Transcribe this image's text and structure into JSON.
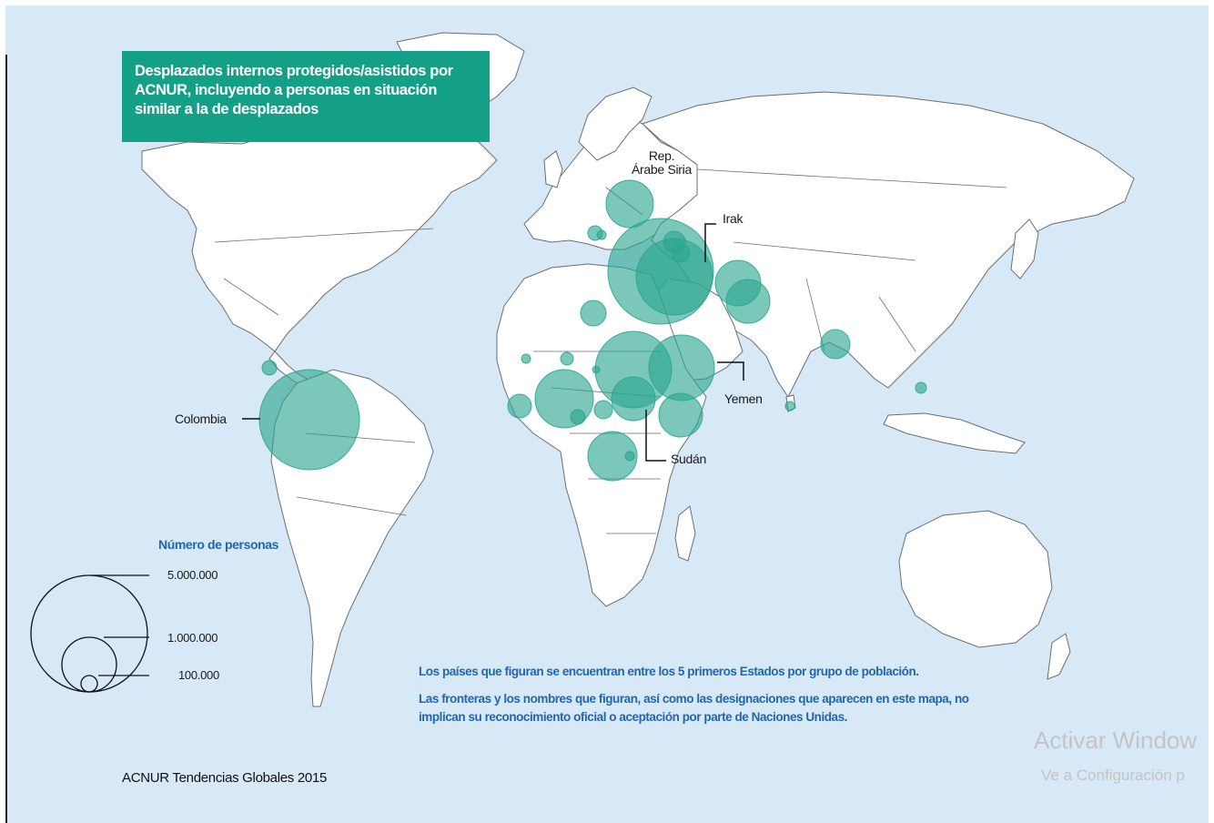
{
  "title": "Desplazados internos protegidos/asistidos por ACNUR, incluyendo a personas en situación similar a la de desplazados",
  "colors": {
    "ocean": "#d7e8f6",
    "land": "#ffffff",
    "border": "#6d6d6d",
    "bubble": "#2aa68f",
    "title_bg": "#14a087",
    "accent_text": "#1f67b1"
  },
  "labels": {
    "colombia": "Colombia",
    "siria_line1": "Rep.",
    "siria_line2": "Árabe Siria",
    "irak": "Irak",
    "yemen": "Yemen",
    "sudan": "Sudán"
  },
  "legend": {
    "title": "Número de personas",
    "values": [
      "5.000.000",
      "1.000.000",
      "100.000"
    ]
  },
  "notes": {
    "line1": "Los países que figuran se encuentran entre los 5 primeros Estados por grupo de población.",
    "line2": "Las fronteras y los nombres que figuran, así como las designaciones  que aparecen en este mapa, no",
    "line3": "implican su reconocimiento oficial o aceptación por parte de Naciones Unidas."
  },
  "source": "ACNUR Tendencias Globales 2015",
  "watermark": {
    "line1": "Activar Window",
    "line2": "Ve a Configuración p"
  },
  "icons": [
    "map-bubble",
    "legend-circle"
  ]
}
